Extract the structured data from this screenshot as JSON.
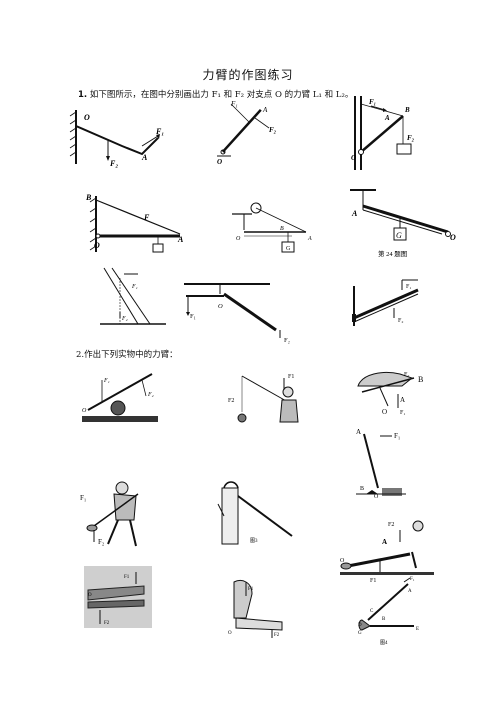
{
  "title": "力臂的作图练习",
  "q1": {
    "number": "1.",
    "text": "如下图所示，在图中分别画出力 F₁ 和 F₂ 对支点 O 的力臂 L₁ 和 L₂。",
    "fig_labels": {
      "a": [
        "O",
        "F₁",
        "F₂",
        "A"
      ],
      "b": [
        "F₁",
        "A",
        "O",
        "F₂"
      ],
      "c": [
        "F₁",
        "A",
        "B",
        "O",
        "F₂"
      ],
      "d": [
        "B",
        "F",
        "O",
        "A"
      ],
      "e": [
        "O",
        "B",
        "A",
        "G"
      ],
      "f": [
        "A",
        "G",
        "O",
        "第 24 题图"
      ],
      "g": [
        "F₁",
        "F₂"
      ],
      "h": [
        "O",
        "F₁",
        "F₂"
      ],
      "i": [
        "F₁",
        "F₂"
      ]
    }
  },
  "q2": {
    "text": "2.作出下列实物中的力臂：",
    "fig_labels": {
      "a": [
        "F₁",
        "F₂",
        "O"
      ],
      "b": [
        "F1",
        "F2"
      ],
      "c": [
        "F₂",
        "B",
        "O",
        "A",
        "F₁"
      ],
      "d": [
        "A",
        "F₁",
        "B",
        "O"
      ],
      "e": [
        "F₁",
        "F₂"
      ],
      "f": [
        "图3"
      ],
      "g": [
        "F2",
        "A",
        "F1",
        "O"
      ],
      "h": [
        "F1",
        "F2",
        "O"
      ],
      "i": [
        "F1",
        "F2",
        "O"
      ],
      "j": [
        "F₁",
        "A",
        "C",
        "B",
        "D",
        "G",
        "E",
        "图4"
      ]
    }
  }
}
